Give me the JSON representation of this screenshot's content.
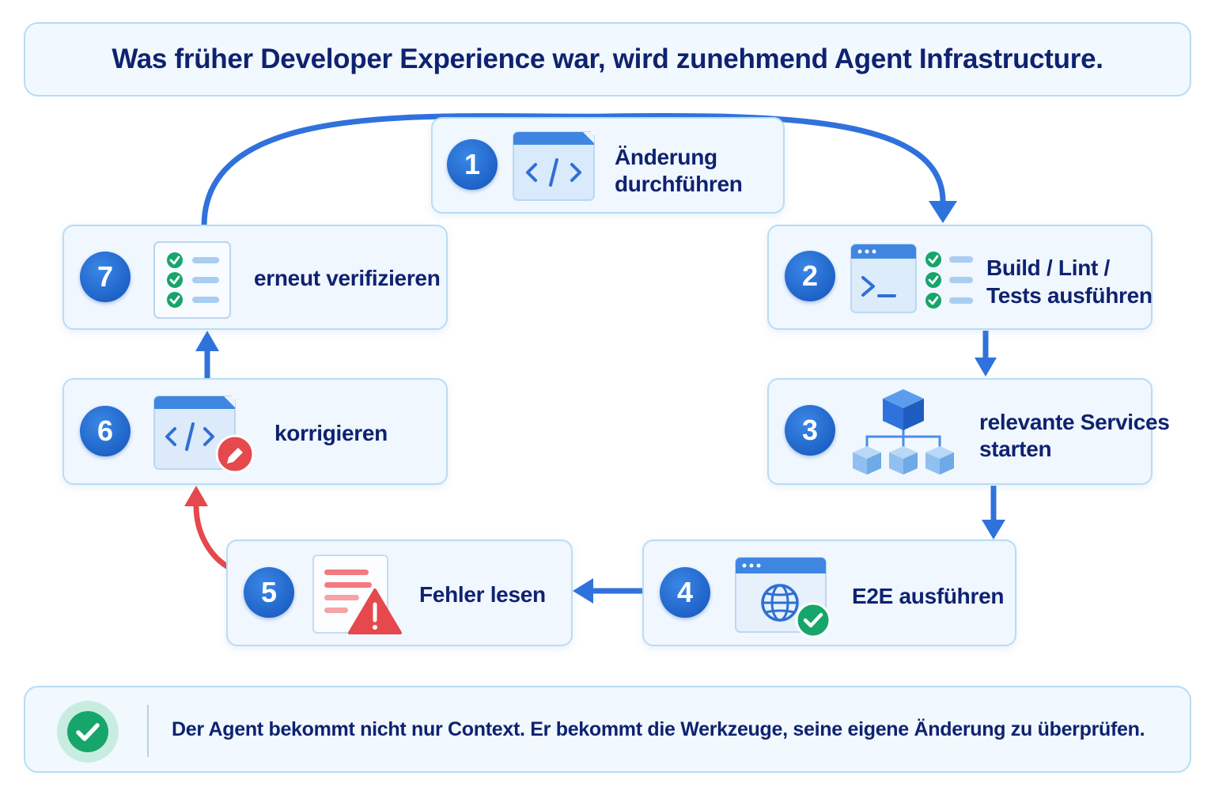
{
  "title": "Was früher Developer Experience war, wird zunehmend Agent Infrastructure.",
  "steps": [
    {
      "number": "1",
      "label_line1": "Änderung",
      "label_line2": "durchführen",
      "icon": "code-editor-icon"
    },
    {
      "number": "2",
      "label_line1": "Build / Lint /",
      "label_line2": "Tests ausführen",
      "icon": "terminal-checklist-icon"
    },
    {
      "number": "3",
      "label_line1": "relevante Services",
      "label_line2": "starten",
      "icon": "services-cubes-icon"
    },
    {
      "number": "4",
      "label_line1": "E2E ausführen",
      "icon": "browser-globe-check-icon"
    },
    {
      "number": "5",
      "label_line1": "Fehler lesen",
      "icon": "error-log-warning-icon"
    },
    {
      "number": "6",
      "label_line1": "korrigieren",
      "icon": "code-edit-pencil-icon"
    },
    {
      "number": "7",
      "label_line1": "erneut verifizieren",
      "icon": "checklist-icon"
    }
  ],
  "footer": {
    "text": "Der Agent bekommt nicht nur Context. Er bekommt die Werkzeuge, seine eigene Änderung zu überprüfen.",
    "icon": "check-circle-icon"
  },
  "colors": {
    "title_text": "#0f2270",
    "card_background": "#f0f7fe",
    "card_border": "#b9dcf4",
    "number_badge": "#1f63c8",
    "flow_arrow": "#2f72dc",
    "error_arrow": "#e5484d",
    "success_green": "#16a56a"
  }
}
